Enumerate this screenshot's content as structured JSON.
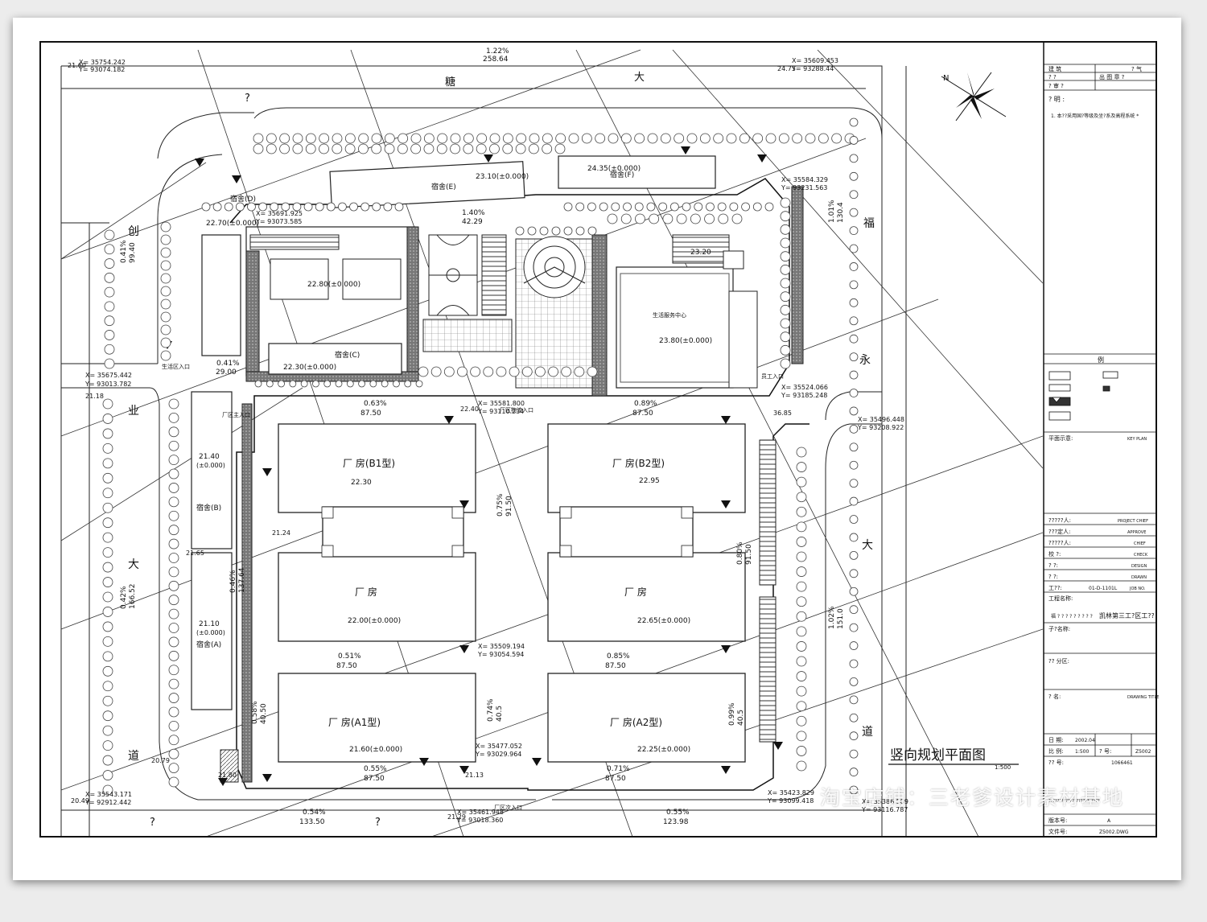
{
  "drawing": {
    "title": "竖向规划平面图",
    "scale": "1:500",
    "north": "N"
  },
  "roads": {
    "north": [
      "糖",
      "大"
    ],
    "east": [
      "福",
      "永",
      "大",
      "道"
    ],
    "west": [
      "创",
      "业",
      "大",
      "道"
    ],
    "unknown": "?"
  },
  "slopes": {
    "top": {
      "pct": "1.22%",
      "len": "258.64"
    },
    "bottom_left": {
      "pct": "0.54%",
      "len": "133.50"
    },
    "bottom_right": {
      "pct": "0.55%",
      "len": "123.98"
    },
    "east_top": {
      "pct": "1.01%",
      "len": "130.4"
    },
    "east_bottom": {
      "pct": "1.02%",
      "len": "151.0"
    },
    "west_top": {
      "pct": "0.41%",
      "len": "99.40"
    },
    "west_bottom": {
      "pct": "0.42%",
      "len": "166.52"
    },
    "road_mid_left": {
      "pct": "0.63%",
      "len": "87.50"
    },
    "road_mid_right": {
      "pct": "0.89%",
      "len": "87.50"
    },
    "road_low_left": {
      "pct": "0.51%",
      "len": "87.50"
    },
    "road_low_right": {
      "pct": "0.85%",
      "len": "87.50"
    },
    "road_btm_left": {
      "pct": "0.55%",
      "len": "87.50"
    },
    "road_btm_right": {
      "pct": "0.71%",
      "len": "87.50"
    },
    "vert_center_top": {
      "pct": "0.75%",
      "len": "91.50"
    },
    "vert_center_btm": {
      "pct": "0.74%",
      "len": "40.5"
    },
    "vert_right_mid": {
      "pct": "0.80%",
      "len": "91.50"
    },
    "vert_right_btm": {
      "pct": "0.99%",
      "len": "40.5"
    },
    "vert_left_mid": {
      "pct": "0.46%",
      "len": "137.64"
    },
    "vert_left_btm": {
      "pct": "0.58%",
      "len": "40.50"
    },
    "vert_left_top": {
      "pct": "0.41%",
      "len": "29.00"
    },
    "dorm_top": {
      "pct": "1.40%",
      "len": "42.29"
    }
  },
  "coords": {
    "c1": [
      "X= 35754.242",
      "Y= 93074.182"
    ],
    "c2": [
      "X= 35609.453",
      "Y= 93288.44"
    ],
    "c3": [
      "X= 35675.442",
      "Y= 93013.782"
    ],
    "c4": [
      "X= 35584.329",
      "Y= 93231.563"
    ],
    "c5": [
      "X= 35543.171",
      "Y= 92912.442"
    ],
    "c6": [
      "X= 35461.948",
      "Y= 93018.360"
    ],
    "c7": [
      "X= 35386.589",
      "Y= 93116.787"
    ],
    "c8": [
      "X= 35691.925",
      "Y= 93073.585"
    ],
    "c9": [
      "X= 35581.800",
      "Y= 93110.234"
    ],
    "c10": [
      "X= 35509.194",
      "Y= 93054.594"
    ],
    "c11": [
      "X= 35477.052",
      "Y= 93029.964"
    ],
    "c12": [
      "X= 35423.829",
      "Y= 93099.418"
    ],
    "c13": [
      "X= 35524.066",
      "Y= 93185.248"
    ],
    "c14": [
      "X= 35496.448",
      "Y= 93208.922"
    ]
  },
  "elevations": {
    "e1": "21.60",
    "e2": "24.75",
    "e3": "21.18",
    "e4": "20.49",
    "e5": "21.29",
    "e6": "21.80",
    "e7": "20.79",
    "e8": "36.85",
    "e9": "22.40",
    "e10": "21.13",
    "e11": "21.24",
    "e12": "21.65"
  },
  "buildings": {
    "dorm_e": {
      "label": "宿舍(E)",
      "elev": "23.10(±0.000)"
    },
    "dorm_f": {
      "label": "宿舍(F)",
      "elev": "24.35(±0.000)"
    },
    "dorm_d": {
      "label": "宿舍(D)",
      "elev": "22.70(±0.000)"
    },
    "dorm_c": {
      "label": "宿舍(C)",
      "elev": "22.30(±0.000)"
    },
    "canteen": {
      "elev": "22.80(±0.000)"
    },
    "dorm_b": {
      "label": "宿舍(B)",
      "elev": "21.40",
      "elev2": "(±0.000)"
    },
    "dorm_a": {
      "label": "宿舍(A)",
      "elev": "21.10",
      "elev2": "(±0.000)"
    },
    "center": {
      "label": "生活服务中心",
      "elev": "23.80(±0.000)"
    },
    "pump": {
      "elev": "23.20"
    },
    "b1": {
      "label": "厂  房(B1型)",
      "elev": "22.30"
    },
    "b2": {
      "label": "厂  房(B2型)",
      "elev": "22.95"
    },
    "mid_left": {
      "label": "厂  房",
      "elev": "22.00(±0.000)"
    },
    "mid_right": {
      "label": "厂  房",
      "elev": "22.65(±0.000)"
    },
    "a1": {
      "label": "厂  房(A1型)",
      "elev": "21.60(±0.000)"
    },
    "a2": {
      "label": "厂  房(A2型)",
      "elev": "22.25(±0.000)"
    }
  },
  "gates": {
    "logistics": "厂区物流入口",
    "main": "厂区主入口",
    "staff": "员工入口",
    "south": "厂区次入口",
    "living": "生活区入口"
  },
  "title_block": {
    "rows_top": [
      "建 筑",
      "? ?",
      "? 审 ?"
    ],
    "rows_top_r": [
      "? 气",
      "出 图 章 ?"
    ],
    "notes_title": "? 明 :",
    "notes": "1. 本??采用国?等级及坐?系及高程系统 *",
    "legend_title": "例",
    "key_plan_cn": "平面示意:",
    "key_plan_en": "KEY PLAN",
    "roles": [
      {
        "cn": "?????人:",
        "en": "PROJECT CHIEF"
      },
      {
        "cn": "???定人:",
        "en": "APPROVE"
      },
      {
        "cn": "?????人:",
        "en": "CHIEF"
      },
      {
        "cn": "校  ?:",
        "en": "CHECK"
      },
      {
        "cn": "?  ?:",
        "en": "DESIGN"
      },
      {
        "cn": "?  ?:",
        "en": "DRAWN"
      },
      {
        "cn": "工??:",
        "en": "JOB NO.",
        "val": "01-D-1101L"
      }
    ],
    "project_label": "工程名称:",
    "project_name": "福  ?  ?  ?  ?  ?  ?  ?  ?  ?",
    "project_name2": "凯林第三工?区工??",
    "subitem_label": "子?名称:",
    "partition_label": "?? 分区:",
    "drawing_title_label": "? 名:",
    "drawing_title_en": "DRAWING TITLE",
    "date_label": "日 期:",
    "date_val": "2002.04",
    "scale_label": "比 例:",
    "scale_val": "1:500",
    "no_label": "? 号:",
    "no_val": "Z5002",
    "sheet_label": "?? 号:",
    "sheet_val": "1066461",
    "firm": "????????????????????????",
    "version_label": "版本号:",
    "version_val": "A",
    "file_label": "文件号:",
    "file_val": "Z5002.DWG"
  },
  "watermark": "淘宝店铺：三老爹设计素材基地"
}
